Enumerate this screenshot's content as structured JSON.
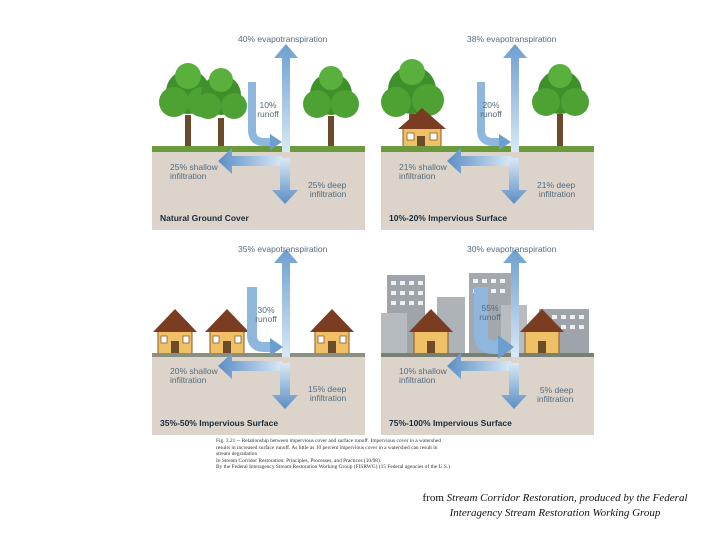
{
  "panels": [
    {
      "title": "Natural Ground Cover",
      "evapotranspiration": "40% evapotranspiration",
      "runoff": [
        "10%",
        "runoff"
      ],
      "shallow": [
        "25% shallow",
        "infiltration"
      ],
      "deep": [
        "25% deep",
        "infiltration"
      ]
    },
    {
      "title": "10%-20% Impervious Surface",
      "evapotranspiration": "38% evapotranspiration",
      "runoff": [
        "20%",
        "runoff"
      ],
      "shallow": [
        "21% shallow",
        "infiltration"
      ],
      "deep": [
        "21% deep",
        "infiltration"
      ]
    },
    {
      "title": "35%-50% Impervious Surface",
      "evapotranspiration": "35% evapotranspiration",
      "runoff": [
        "30%",
        "runoff"
      ],
      "shallow": [
        "20% shallow",
        "infiltration"
      ],
      "deep": [
        "15% deep",
        "infiltration"
      ]
    },
    {
      "title": "75%-100% Impervious Surface",
      "evapotranspiration": "30% evapotranspiration",
      "runoff": [
        "55%",
        "runoff"
      ],
      "shallow": [
        "10% shallow",
        "infiltration"
      ],
      "deep": [
        "5% deep",
        "infiltration"
      ]
    }
  ],
  "caption": [
    "Fig. 3.21 -- Relationship between impervious cover and surface runoff.  Impervious cover in a watershed",
    "results in increased surface runoff.  As little as 10 percent impervious cover in a watershed can result in",
    "stream degradation",
    "In Stream Corridor Restoration: Principles, Processes, and Practices (10/98).",
    "By the Federal Interagency Stream Restoration Working Group (FISRWG) (15 Federal agencies of the U.S.)"
  ],
  "credit": {
    "prefix": "from ",
    "title": "Stream Corridor Restoration",
    "rest1": ", produced by the Federal",
    "rest2": "Interagency Stream Restoration Working Group"
  },
  "colors": {
    "sky": "#ffffff",
    "soil": "#dcd4cb",
    "arrow_light": "#d6e6f4",
    "arrow_dark": "#5a8ec4",
    "tree": "#3f8f2a",
    "house": "#f0c066",
    "building": "#9ea4aa"
  }
}
